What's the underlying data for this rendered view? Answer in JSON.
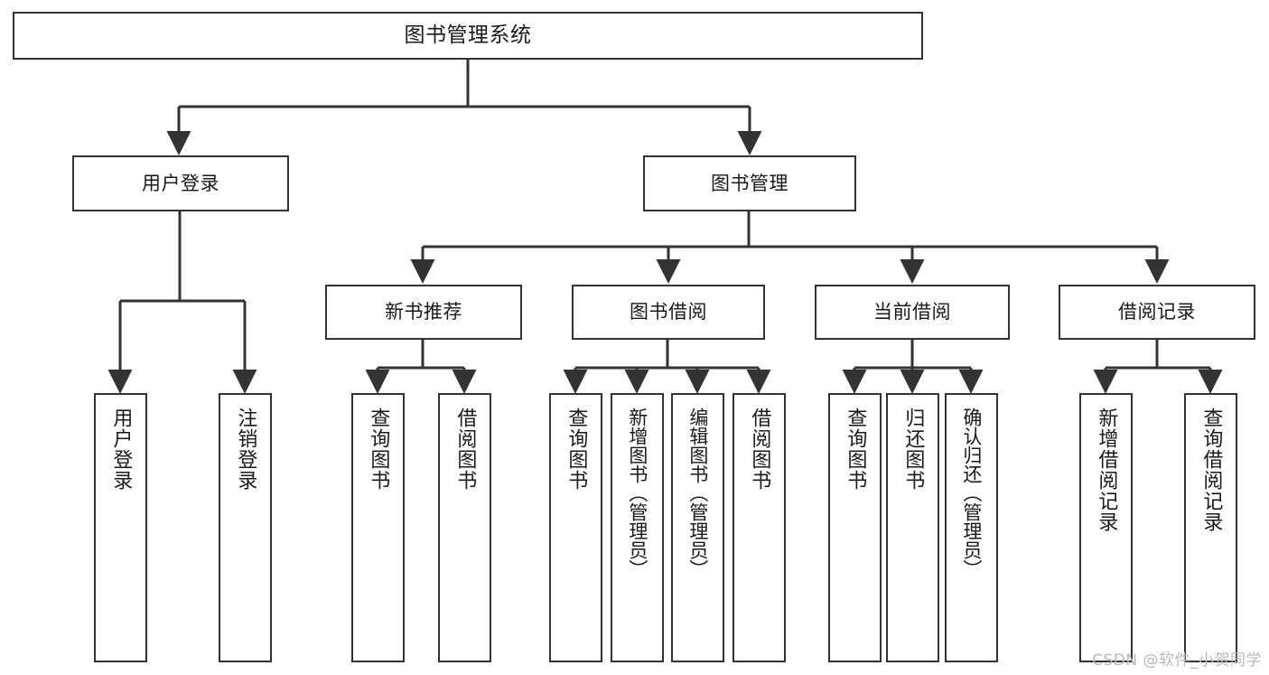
{
  "diagram": {
    "title": "图书管理系统",
    "type": "hierarchy-tree",
    "orientation": "top-down",
    "colors": {
      "background": "#ffffff",
      "node_fill": "#ffffff",
      "node_border": "#333333",
      "edge": "#333333",
      "text": "#1a1a1a",
      "watermark": "#b9b9b9"
    },
    "root": {
      "label": "图书管理系统"
    },
    "level2": [
      {
        "label": "用户登录"
      },
      {
        "label": "图书管理"
      }
    ],
    "level3": [
      {
        "label": "新书推荐"
      },
      {
        "label": "图书借阅"
      },
      {
        "label": "当前借阅"
      },
      {
        "label": "借阅记录"
      }
    ],
    "leaves": {
      "user_login": [
        {
          "label": "用户登录"
        },
        {
          "label": "注销登录"
        }
      ],
      "new_book_recommend": [
        {
          "label": "查询图书"
        },
        {
          "label": "借阅图书"
        }
      ],
      "book_borrow": [
        {
          "label": "查询图书"
        },
        {
          "label": "新增图书（管理员）"
        },
        {
          "label": "编辑图书（管理员）"
        },
        {
          "label": "借阅图书"
        }
      ],
      "current_borrow": [
        {
          "label": "查询图书"
        },
        {
          "label": "归还图书"
        },
        {
          "label": "确认归还（管理员）"
        }
      ],
      "borrow_record": [
        {
          "label": "新增借阅记录"
        },
        {
          "label": "查询借阅记录"
        }
      ]
    }
  },
  "watermark": {
    "text": "CSDN @软件_小贺同学"
  }
}
